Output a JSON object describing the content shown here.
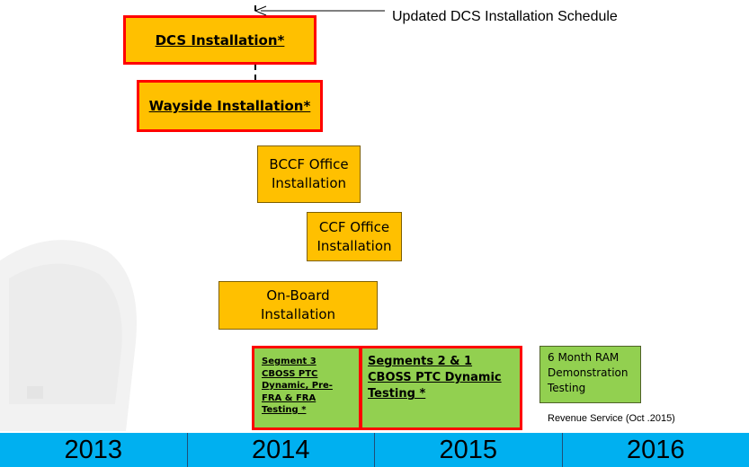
{
  "annotation": "Updated DCS Installation Schedule",
  "tasks": {
    "dcs": "DCS Installation*",
    "wayside": "Wayside Installation*",
    "bccf": "BCCF Office Installation",
    "ccf": "CCF Office Installation",
    "onboard": "On-Board Installation",
    "seg3": "Segment 3 CBOSS PTC Dynamic, Pre-FRA & FRA Testing *",
    "seg21": "Segments 2 & 1 CBOSS PTC Dynamic Testing *",
    "ram": "6 Month RAM Demonstration Testing"
  },
  "revenue_service": "Revenue Service (Oct .2015)",
  "years": [
    "2013",
    "2014",
    "2015",
    "2016"
  ],
  "colors": {
    "installation": "#ffc000",
    "testing": "#92d050",
    "highlight": "#ff0000",
    "timeline": "#00b0f0"
  }
}
